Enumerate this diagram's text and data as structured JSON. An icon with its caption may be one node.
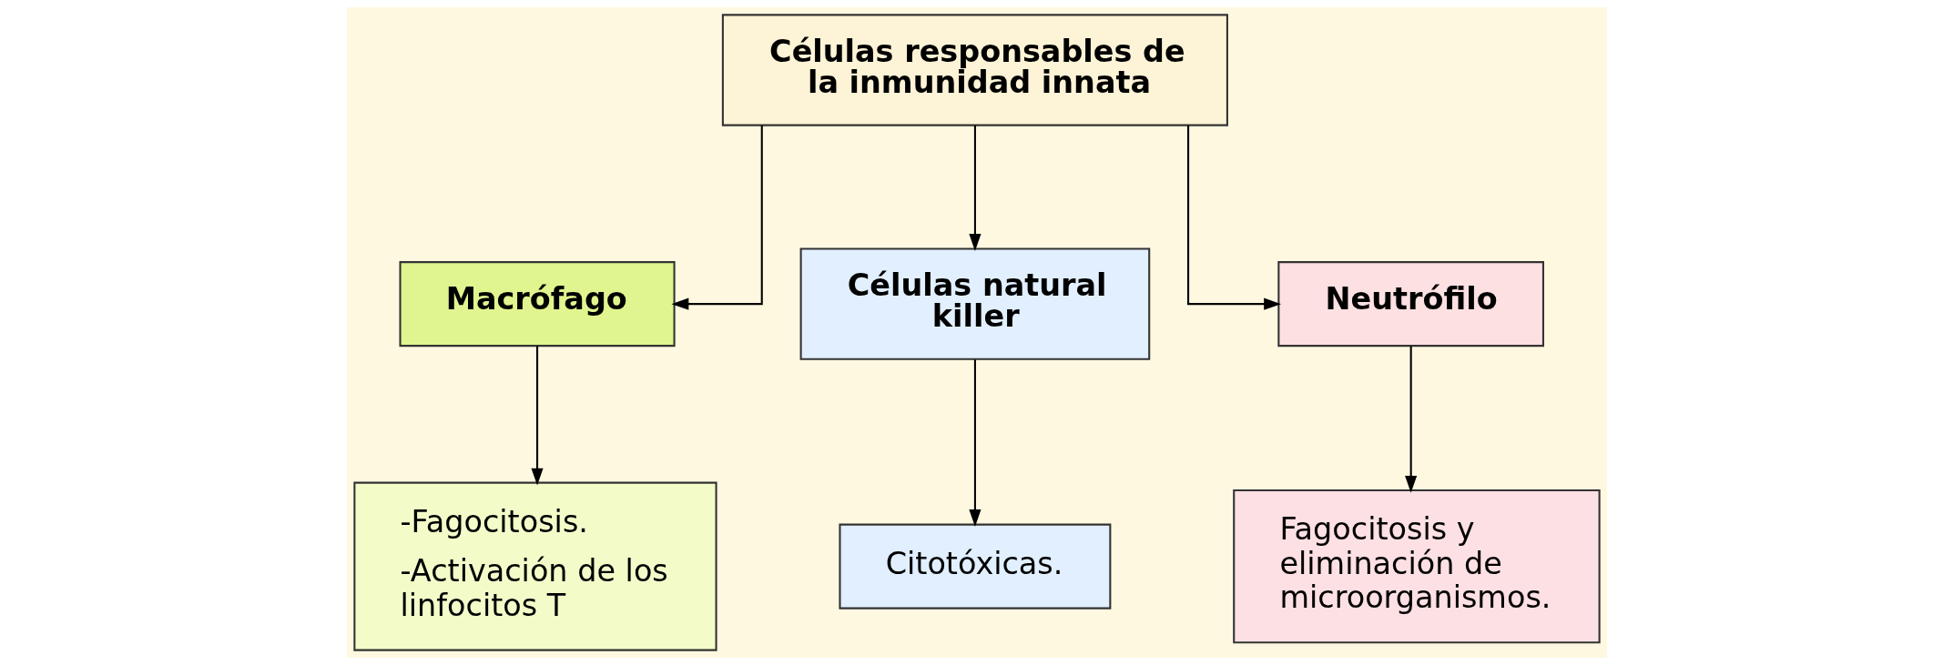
{
  "diagram": {
    "nodes": [
      {
        "text": [
          "Células responsables de la inmunidad innata"
        ]
      },
      {
        "text": [
          "Macrófago"
        ]
      },
      {
        "text": [
          "Células natural killer"
        ]
      },
      {
        "text": [
          "Neutrófilo"
        ]
      },
      {
        "text": [
          "-Fagocitosis.",
          "-Activación de los linfocitos T"
        ]
      },
      {
        "text": [
          "Citotóxicas."
        ]
      },
      {
        "text": [
          "Fagocitosis y eliminación de microorganismos."
        ]
      }
    ],
    "edges": [
      {
        "from": 0,
        "to": 1,
        "arrow": "to"
      },
      {
        "from": 0,
        "to": 2,
        "arrow": "to"
      },
      {
        "from": 0,
        "to": 3,
        "arrow": "to"
      },
      {
        "from": 1,
        "to": 4,
        "arrow": "to"
      },
      {
        "from": 2,
        "to": 5,
        "arrow": "to"
      },
      {
        "from": 3,
        "to": 6,
        "arrow": "to"
      }
    ]
  }
}
